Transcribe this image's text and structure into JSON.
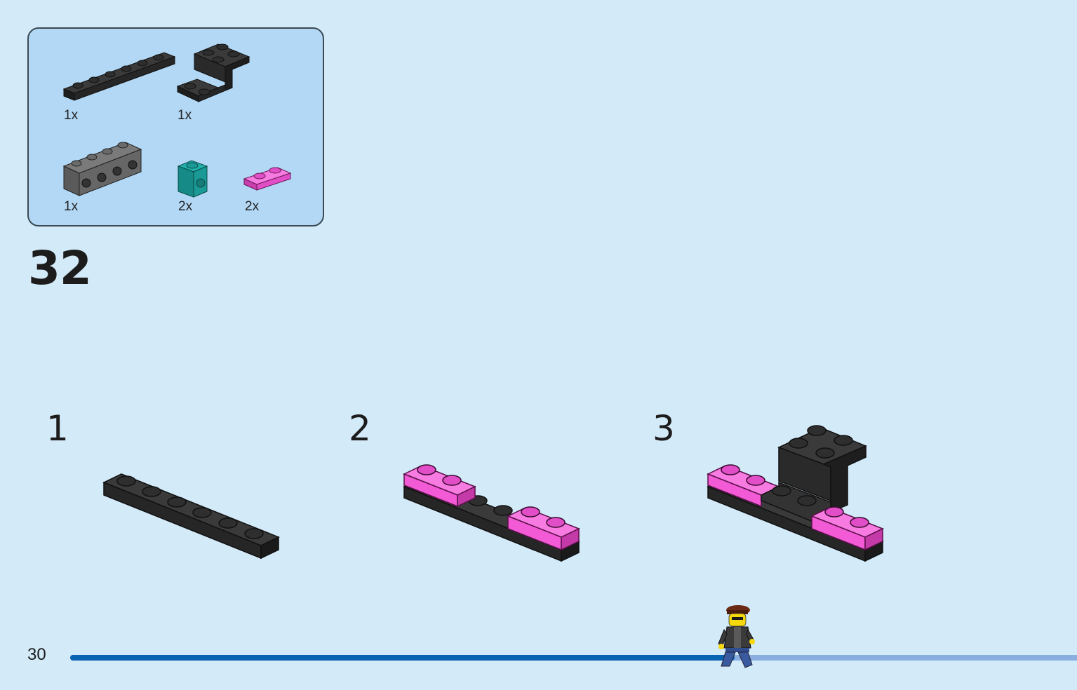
{
  "parts_list": {
    "items": [
      {
        "id": "plate-1x6-black",
        "qty": "1x",
        "icon": "black-plate-1x6-icon"
      },
      {
        "id": "bracket-black",
        "qty": "1x",
        "icon": "black-bracket-icon"
      },
      {
        "id": "brick-1x4-gray",
        "qty": "1x",
        "icon": "gray-technic-brick-1x4-icon"
      },
      {
        "id": "brick-1x1-teal",
        "qty": "2x",
        "icon": "teal-brick-1x1-icon"
      },
      {
        "id": "plate-1x2-pink",
        "qty": "2x",
        "icon": "pink-plate-1x2-icon"
      }
    ]
  },
  "step": {
    "number": "32",
    "sub_steps": [
      "1",
      "2",
      "3"
    ]
  },
  "footer": {
    "page_number": "30",
    "progress": 0.66
  },
  "colors": {
    "background": "#d3eaf9",
    "parts_box": "#b2d8f5",
    "black_piece": "#2b2b2b",
    "pink_piece": "#f25ad6",
    "teal_piece": "#1a9a96",
    "gray_piece": "#6e6e6e",
    "progress_fill": "#0a63b3",
    "progress_track": "#8aaee0"
  }
}
